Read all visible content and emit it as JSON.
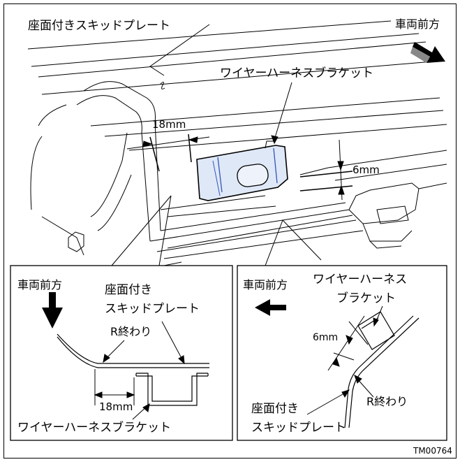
{
  "main_view": {
    "skid_plate_label": "座面付きスキッドプレート",
    "direction_label": "車両前方",
    "bracket_label": "ワイヤーハーネスブラケット",
    "dim_18": "18mm",
    "dim_6": "6mm"
  },
  "detail_left": {
    "direction_label": "車両前方",
    "skid_plate_line1": "座面付き",
    "skid_plate_line2": "スキッドプレート",
    "r_end_label": "R終わり",
    "dim_18": "18mm",
    "bracket_label": "ワイヤーハーネスブラケット"
  },
  "detail_right": {
    "direction_label": "車両前方",
    "bracket_line1": "ワイヤーハーネス",
    "bracket_line2": "ブラケット",
    "dim_6": "6mm",
    "r_end_label": "R終わり",
    "skid_plate_line1": "座面付き",
    "skid_plate_line2": "スキッドプレート"
  },
  "figure_code": "TM00764",
  "colors": {
    "line": "#000000",
    "bracket_fill": "#dfe8f6",
    "bracket_edge": "#3355bb"
  }
}
